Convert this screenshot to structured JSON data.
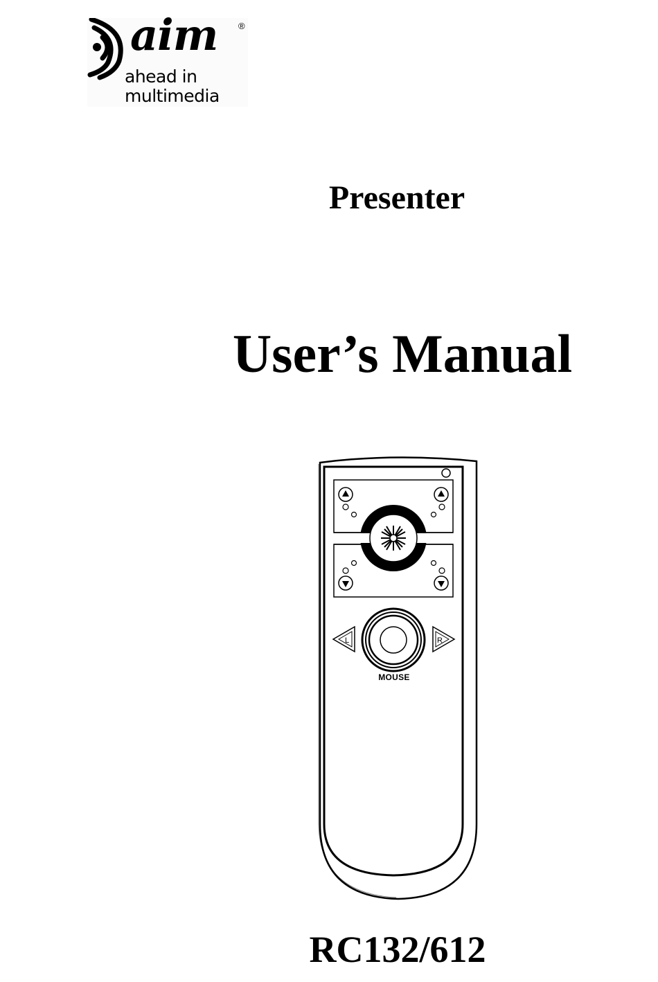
{
  "logo": {
    "brand": "aim",
    "registered_mark": "®",
    "tagline_line1": "ahead in",
    "tagline_line2": "multimedia",
    "icon": "wireless-signal-icon"
  },
  "document": {
    "subtitle": "Presenter",
    "title": "User’s Manual",
    "model": "RC132/612"
  },
  "device": {
    "name": "presenter-remote",
    "buttons": {
      "laser": "laser-icon",
      "page_up_left": "▲",
      "page_up_right": "▲",
      "page_down_left": "▼",
      "page_down_right": "▼",
      "left_click": "L",
      "right_click": "R",
      "mouse_label": "MOUSE"
    },
    "colors": {
      "ink": "#000000",
      "paper": "#ffffff"
    }
  }
}
